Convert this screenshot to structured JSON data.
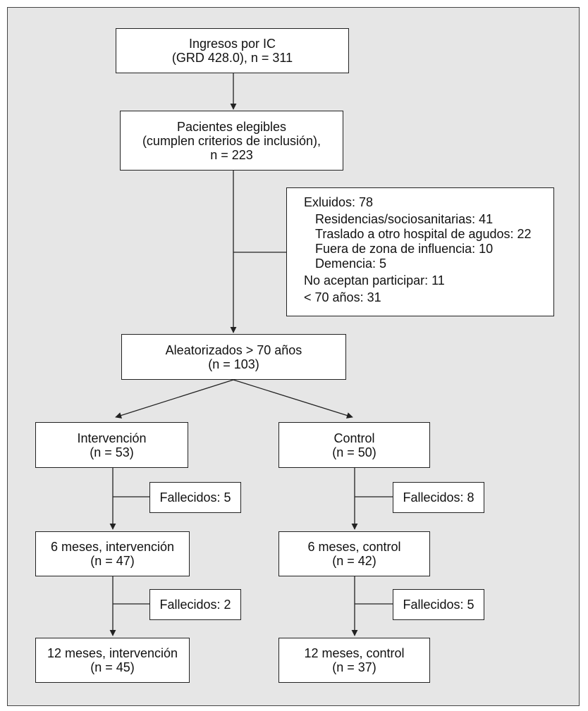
{
  "colors": {
    "panel_background": "#e6e6e6",
    "box_background": "#ffffff",
    "line": "#222222"
  },
  "ingresos": {
    "line1": "Ingresos por IC",
    "line2": "(GRD 428.0), n = 311"
  },
  "elegibles": {
    "line1": "Pacientes elegibles",
    "line2": "(cumplen criterios de inclusión),",
    "line3": "n = 223"
  },
  "excluidos": {
    "title": "Exluidos: 78",
    "sub": [
      "Residencias/sociosanitarias: 41",
      "Traslado a otro hospital de agudos: 22",
      "Fuera de zona de influencia: 10",
      "Demencia: 5"
    ],
    "no_aceptan": "No aceptan participar: 11",
    "menores": "< 70 años: 31"
  },
  "aleatorizados": {
    "line1": "Aleatorizados > 70 años",
    "line2": "(n = 103)"
  },
  "intervencion": {
    "group": {
      "line1": "Intervención",
      "line2": "(n = 53)"
    },
    "deaths_6": "Fallecidos: 5",
    "month_6": {
      "line1": "6 meses, intervención",
      "line2": "(n = 47)"
    },
    "deaths_12": "Fallecidos: 2",
    "month_12": {
      "line1": "12 meses, intervención",
      "line2": "(n = 45)"
    }
  },
  "control": {
    "group": {
      "line1": "Control",
      "line2": "(n = 50)"
    },
    "deaths_6": "Fallecidos: 8",
    "month_6": {
      "line1": "6 meses, control",
      "line2": "(n = 42)"
    },
    "deaths_12": "Fallecidos: 5",
    "month_12": {
      "line1": "12 meses, control",
      "line2": "(n = 37)"
    }
  }
}
